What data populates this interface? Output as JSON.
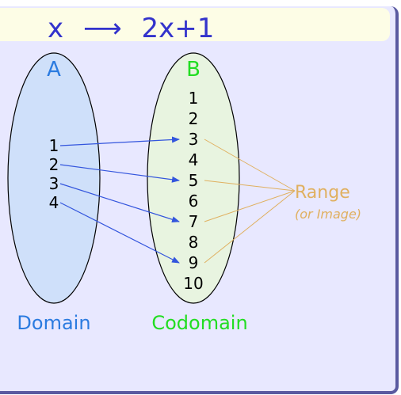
{
  "title": {
    "variable": "x",
    "arrow": "⟶",
    "expression": "2x+1"
  },
  "diagram": {
    "domain_set": {
      "name": "A",
      "caption": "Domain",
      "elements": [
        "1",
        "2",
        "3",
        "4"
      ]
    },
    "codomain_set": {
      "name": "B",
      "caption": "Codomain",
      "elements": [
        "1",
        "2",
        "3",
        "4",
        "5",
        "6",
        "7",
        "8",
        "9",
        "10"
      ]
    },
    "mapping": [
      {
        "from": "1",
        "to": "3"
      },
      {
        "from": "2",
        "to": "5"
      },
      {
        "from": "3",
        "to": "7"
      },
      {
        "from": "4",
        "to": "9"
      }
    ],
    "range_label": "Range",
    "range_sublabel": "(or Image)"
  },
  "colors": {
    "title_text": "#3333cc",
    "domain_fill": "#cfe0fa",
    "codomain_fill": "#e8f4e0",
    "domain_label": "#2b7be0",
    "codomain_label": "#22dd22",
    "arrow": "#3355dd",
    "range": "#e0b060"
  }
}
